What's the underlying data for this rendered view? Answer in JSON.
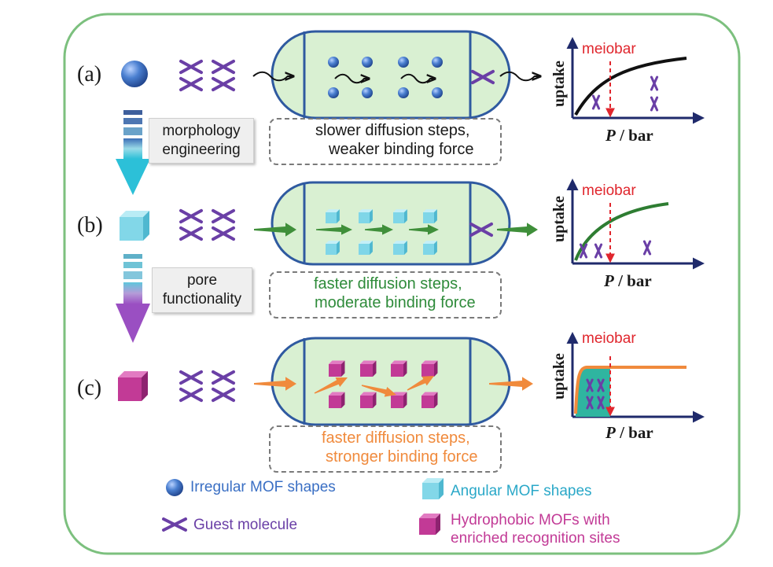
{
  "rows": [
    {
      "label": "(a)",
      "legend_text_1": "slower diffusion steps,",
      "legend_text_2": "weaker binding force",
      "color": "#1a1a1a"
    },
    {
      "label": "(b)",
      "legend_text_1": "faster diffusion steps,",
      "legend_text_2": "moderate binding force",
      "color": "#2e8b3a"
    },
    {
      "label": "(c)",
      "legend_text_1": "faster diffusion steps,",
      "legend_text_2": "stronger binding force",
      "color": "#f08a3c"
    }
  ],
  "transitions": [
    {
      "line1": "morphology",
      "line2": "engineering"
    },
    {
      "line1": "pore",
      "line2": "functionality"
    }
  ],
  "plot": {
    "marker": "meiobar",
    "ylabel": "uptake",
    "xlabel_var": "P",
    "xlabel_unit": " / bar"
  },
  "legend": {
    "irregular": "Irregular MOF shapes",
    "angular": "Angular MOF shapes",
    "guest": "Guest molecule",
    "hydrophobic_1": "Hydrophobic MOFs with",
    "hydrophobic_2": "enriched recognition sites"
  },
  "colors": {
    "frame": "#7cc07e",
    "vessel_fill": "#d9f0d2",
    "vessel_stroke": "#2f5aa0",
    "guest": "#6a3fa6",
    "sphere": "#3a6fc4",
    "cube_cyan": "#7fd6e8",
    "cube_magenta": "#c23a96",
    "meiobar": "#e0262d",
    "curve_a": "#111111",
    "curve_b": "#2e7d32",
    "curve_c": "#f08a3c",
    "fill_c": "#2fb5a0"
  }
}
